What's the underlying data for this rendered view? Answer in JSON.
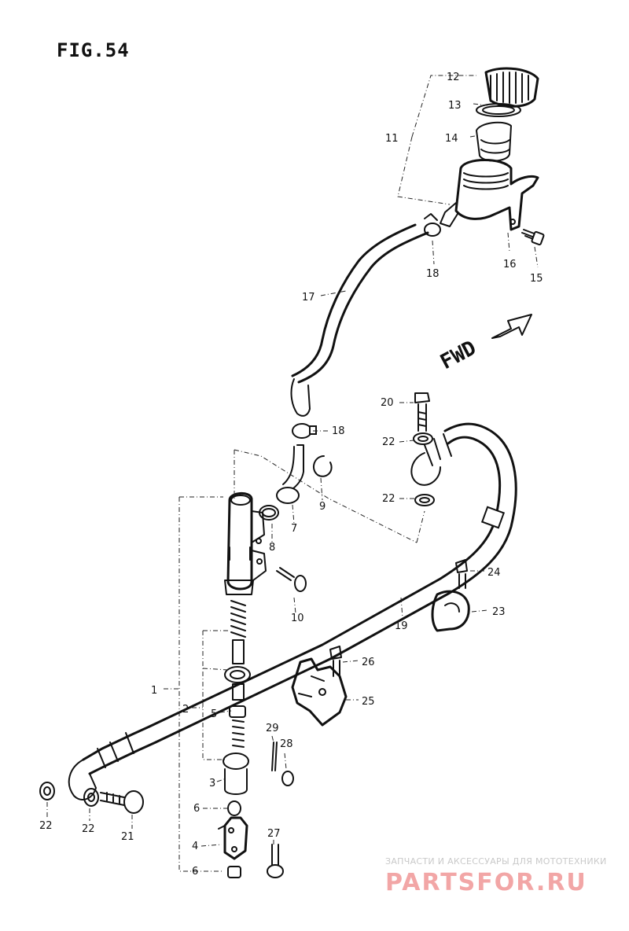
{
  "figure": {
    "title": "FIG.54"
  },
  "direction_label": "FWD",
  "callouts": {
    "c1": "1",
    "c2": "2",
    "c3": "3",
    "c4": "4",
    "c5": "5",
    "c6a": "6",
    "c6b": "6",
    "c7": "7",
    "c8": "8",
    "c9": "9",
    "c10": "10",
    "c11": "11",
    "c12": "12",
    "c13": "13",
    "c14": "14",
    "c15": "15",
    "c16": "16",
    "c17": "17",
    "c18a": "18",
    "c18b": "18",
    "c19": "19",
    "c20": "20",
    "c21": "21",
    "c22a": "22",
    "c22b": "22",
    "c22c": "22",
    "c22d": "22",
    "c23": "23",
    "c24": "24",
    "c25": "25",
    "c26": "26",
    "c27": "27",
    "c28": "28",
    "c29": "29"
  },
  "watermark": {
    "tagline": "ЗАПЧАСТИ И АКСЕССУАРЫ ДЛЯ МОТОТЕХНИКИ",
    "brand": "PARTSFOR.RU"
  }
}
